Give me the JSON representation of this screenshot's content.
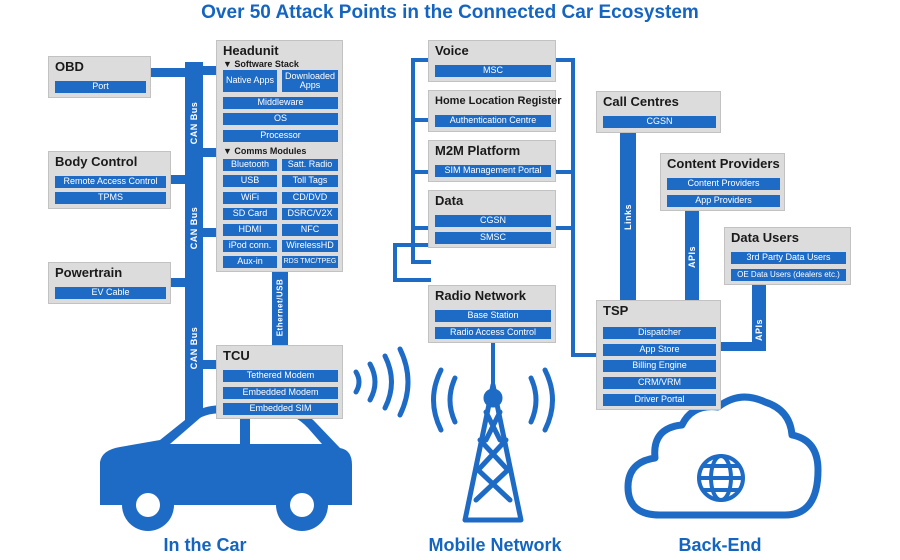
{
  "title": "Over 50 Attack Points in the Connected Car Ecosystem",
  "colors": {
    "accent": "#1e6bc6",
    "title": "#1565c0",
    "box": "#dcdcdc"
  },
  "can_bus": {
    "label": "CAN Bus"
  },
  "ethernet_usb": {
    "label": "Ethernet/USB"
  },
  "links_label": "Links",
  "apis_label": "APIs",
  "obd": {
    "title": "OBD",
    "items": [
      "Port"
    ]
  },
  "body_control": {
    "title": "Body Control",
    "items": [
      "Remote Access Control",
      "TPMS"
    ]
  },
  "powertrain": {
    "title": "Powertrain",
    "items": [
      "EV Cable"
    ]
  },
  "headunit": {
    "title": "Headunit",
    "software_stack": "▼ Software Stack",
    "native_apps": "Native Apps",
    "downloaded_apps": "Downloaded Apps",
    "middleware": "Middleware",
    "os": "OS",
    "processor": "Processor",
    "comms_modules": "▼ Comms Modules",
    "comms": [
      [
        "Bluetooth",
        "Satt. Radio"
      ],
      [
        "USB",
        "Toll Tags"
      ],
      [
        "WiFi",
        "CD/DVD"
      ],
      [
        "SD Card",
        "DSRC/V2X"
      ],
      [
        "HDMI",
        "NFC"
      ],
      [
        "iPod conn.",
        "WirelessHD"
      ],
      [
        "Aux-in",
        "RDS TMC/TPEG"
      ]
    ]
  },
  "tcu": {
    "title": "TCU",
    "items": [
      "Tethered Modem",
      "Embedded Modem",
      "Embedded SIM"
    ]
  },
  "voice": {
    "title": "Voice",
    "items": [
      "MSC"
    ]
  },
  "hlr": {
    "title": "Home Location Register",
    "items": [
      "Authentication Centre"
    ]
  },
  "m2m": {
    "title": "M2M Platform",
    "items": [
      "SIM Management Portal"
    ]
  },
  "data_box": {
    "title": "Data",
    "items": [
      "CGSN",
      "SMSC"
    ]
  },
  "radio_network": {
    "title": "Radio Network",
    "items": [
      "Base Station",
      "Radio Access Control"
    ]
  },
  "call_centres": {
    "title": "Call Centres",
    "items": [
      "CGSN"
    ]
  },
  "content_providers": {
    "title": "Content Providers",
    "items": [
      "Content Providers",
      "App Providers"
    ]
  },
  "data_users": {
    "title": "Data Users",
    "items": [
      "3rd Party Data Users",
      "OE Data Users (dealers etc.)"
    ]
  },
  "tsp": {
    "title": "TSP",
    "items": [
      "Dispatcher",
      "App Store",
      "Billing Engine",
      "CRM/VRM",
      "Driver Portal"
    ]
  },
  "sections": {
    "car": "In the Car",
    "mobile": "Mobile Network",
    "backend": "Back-End"
  }
}
